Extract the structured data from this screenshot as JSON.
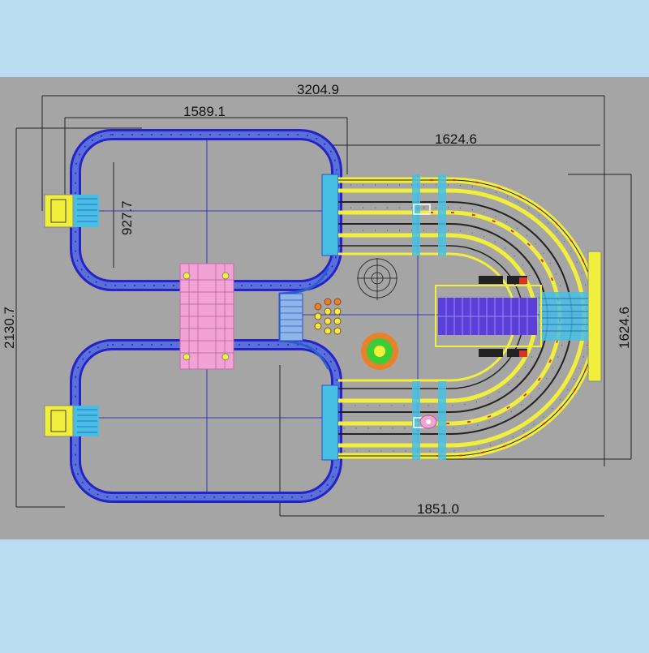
{
  "dimensions": {
    "overall_width": "3204.9",
    "left_width": "1589.1",
    "right_width_top": "1624.6",
    "left_height": "927.7",
    "overall_height": "2130.7",
    "right_height": "1624.6",
    "bottom_width": "1851.0"
  },
  "colors": {
    "page_background": "#b9dcf1",
    "canvas": "#a5a5a5",
    "track_outline": "#2323c8",
    "track_fill": "#5a6fd8",
    "slide_yellow": "#f2ee3c",
    "slide_cyan": "#46bfe3",
    "center_pink": "#f2a3d6",
    "pool_green": "#3ccc36",
    "pool_orange": "#e8822a",
    "deck_purple": "#5a3fd9",
    "guide_line": "#2a3ab5",
    "dim_line": "#222222"
  },
  "icons": [
    "staircase-icon",
    "fountain-icon",
    "ball-cluster-icon",
    "splash-pool-icon",
    "figure-icon"
  ]
}
